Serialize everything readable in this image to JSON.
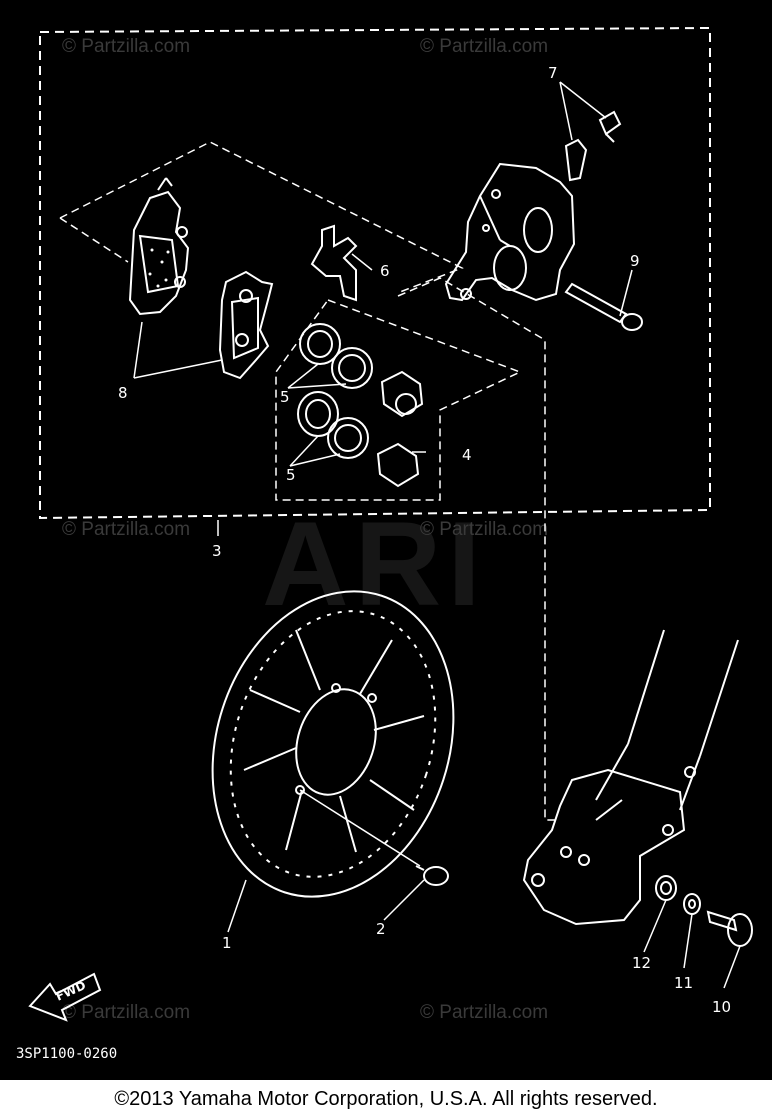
{
  "watermark": {
    "site": "© Partzilla.com",
    "overlay": "ARI"
  },
  "callouts": {
    "c1": "1",
    "c2": "2",
    "c3": "3",
    "c4": "4",
    "c5a": "5",
    "c5b": "5",
    "c6": "6",
    "c7": "7",
    "c8": "8",
    "c9": "9",
    "c10": "10",
    "c11": "11",
    "c12": "12"
  },
  "fwd_label": "FWD",
  "diagram_code": "3SP1100-0260",
  "copyright": "©2013  Yamaha Motor Corporation, U.S.A. All rights reserved.",
  "colors": {
    "background": "#000000",
    "linework": "#ffffff",
    "footer_bg": "#ffffff"
  }
}
